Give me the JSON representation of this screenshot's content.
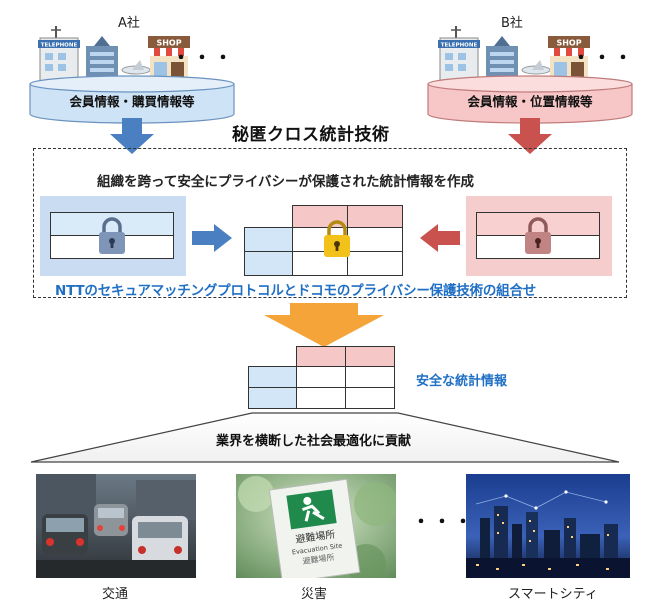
{
  "companies": {
    "a": {
      "name": "A社",
      "db_label": "会員情報・購買情報等",
      "color": "#cfe3f6"
    },
    "b": {
      "name": "B社",
      "db_label": "会員情報・位置情報等",
      "color": "#f7c6c6"
    }
  },
  "buildings": {
    "telephone": "TELEPHONE",
    "shop": "SHOP"
  },
  "ellipsis": "・・・",
  "title": "秘匿クロス統計技術",
  "subtitle": "組織を跨って安全にプライバシーが保護された統計情報を作成",
  "protocol_text": "NTTのセキュアマッチングプロトコルとドコモのプライバシー保護技術の組合せ",
  "result_label": "安全な統計情報",
  "band_label": "業界を横断した社会最適化に貢献",
  "applications": [
    {
      "caption": "交通",
      "icon": "traffic-photo"
    },
    {
      "caption": "災害",
      "icon": "evacuation-sign-photo",
      "sign_lines": [
        "避難場所",
        "Evacuation Site",
        "避難場所"
      ]
    },
    {
      "caption": "スマートシティ",
      "icon": "city-night-photo"
    }
  ],
  "colors": {
    "blue_arrow": "#4a7fc1",
    "red_arrow": "#c9524f",
    "orange_arrow": "#f5a43a",
    "accent_text": "#1f6fc5"
  }
}
